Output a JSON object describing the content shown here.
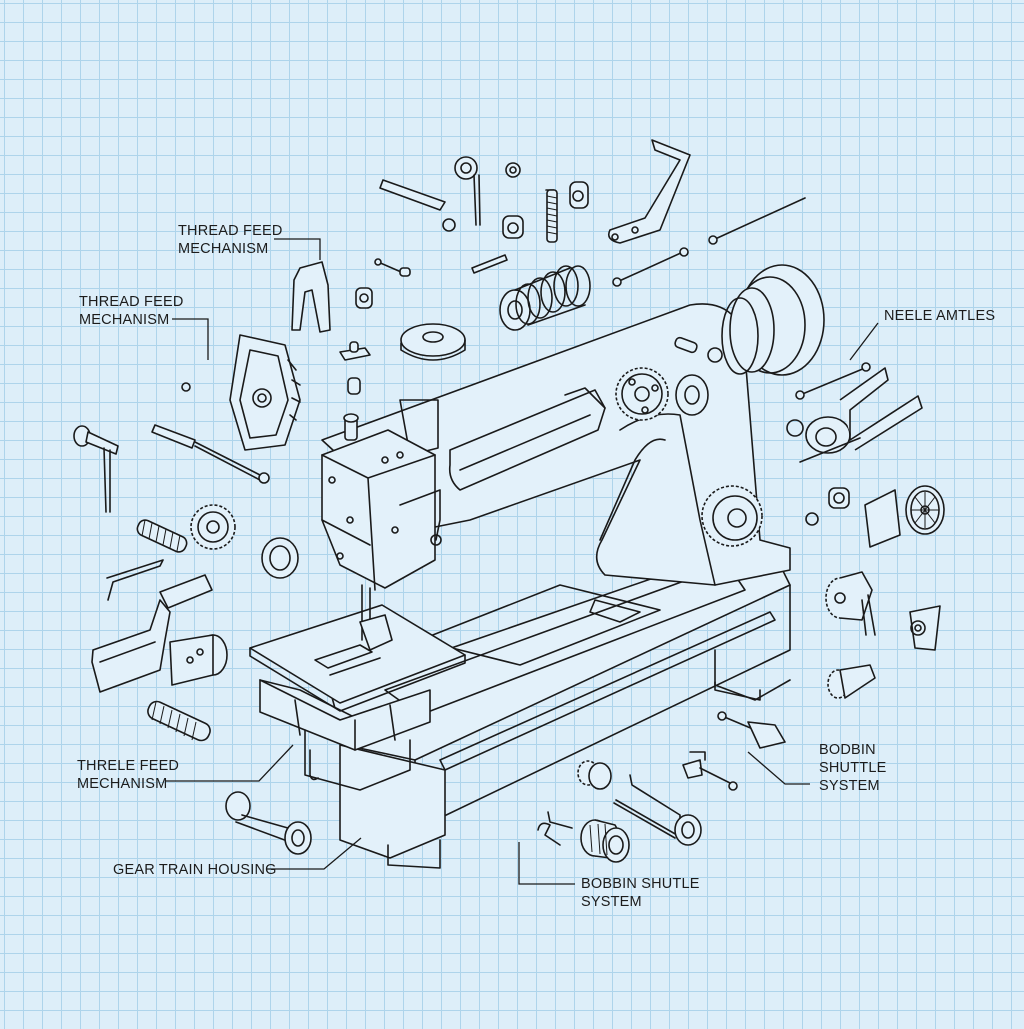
{
  "diagram": {
    "title": "Exploded view of sewing machine",
    "style": "blueprint line drawing on graph paper",
    "colors": {
      "background": "#ddeef9",
      "grid": "#aed4eb",
      "ink": "#1a1a1a"
    },
    "labels": [
      {
        "id": "thread-feed-top",
        "text": "THREAD FEED\nMECHANISM"
      },
      {
        "id": "thread-feed-left",
        "text": "THREAD FEED\nMECHANISM"
      },
      {
        "id": "needle-articles",
        "text": "NEELE AMTLES"
      },
      {
        "id": "tyle-feed",
        "text": "THRELE FEED\nMECHANISM"
      },
      {
        "id": "bobbin-shuttle-right",
        "text": "BODBIN\nSHUTTLE\nSYSTEM"
      },
      {
        "id": "gear-train-housing",
        "text": "GEAR TRAIN HOUSING"
      },
      {
        "id": "bobbin-shuttle-bottom",
        "text": "BOBBIN SHUTLE\nSYSTEM"
      }
    ],
    "parts": [
      "machine-body",
      "arm",
      "handwheel",
      "needle-head",
      "presser-foot",
      "needle-plate",
      "bed-plate",
      "base-stand",
      "gear-large-upper",
      "gear-large-lower",
      "pulley",
      "coil-spring",
      "spring-small",
      "worm-spring",
      "tension-disc",
      "bobbin-case",
      "shuttle-hook",
      "bobbin",
      "pins-and-rods",
      "brackets"
    ]
  }
}
